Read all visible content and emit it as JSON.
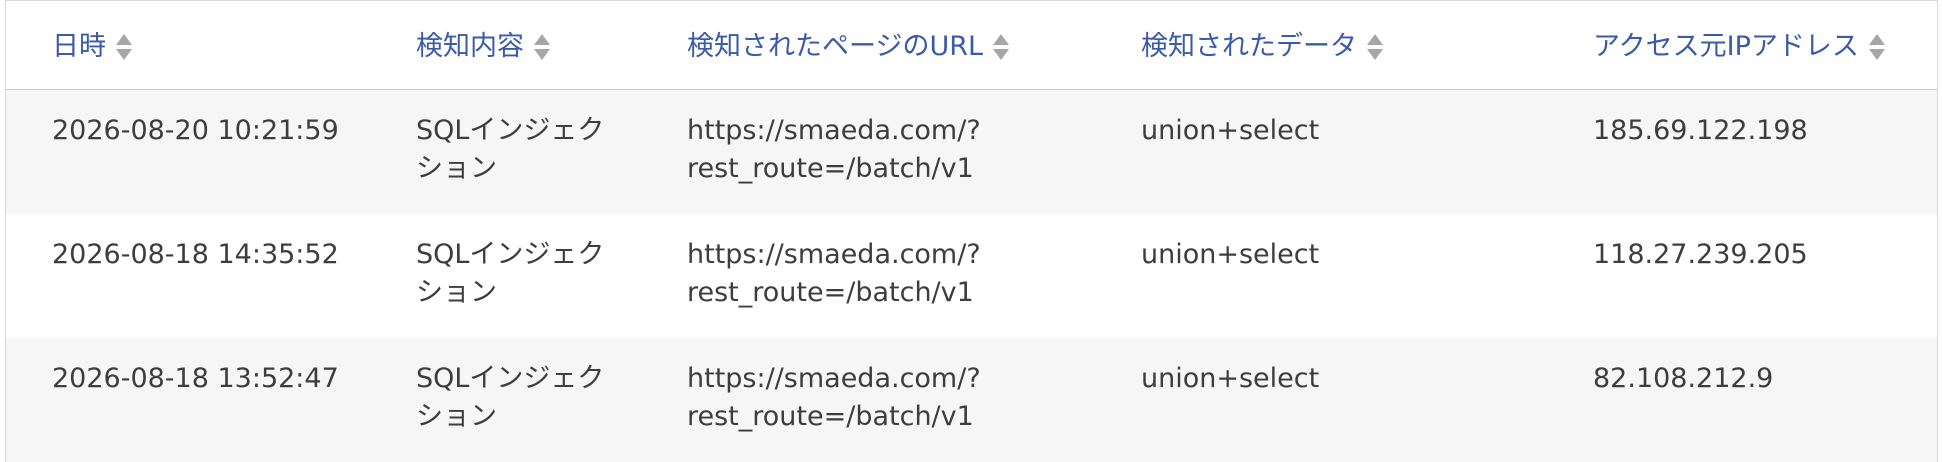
{
  "columns": [
    {
      "label": "日時"
    },
    {
      "label": "検知内容"
    },
    {
      "label": "検知されたページのURL"
    },
    {
      "label": "検知されたデータ"
    },
    {
      "label": "アクセス元IPアドレス"
    }
  ],
  "rows": [
    {
      "datetime": "2026-08-20 10:21:59",
      "type_line1": "SQLインジェク",
      "type_line2": "ション",
      "url_line1": "https://smaeda.com/?",
      "url_line2": "rest_route=/batch/v1",
      "data": "union+select",
      "ip": "185.69.122.198"
    },
    {
      "datetime": "2026-08-18 14:35:52",
      "type_line1": "SQLインジェク",
      "type_line2": "ション",
      "url_line1": "https://smaeda.com/?",
      "url_line2": "rest_route=/batch/v1",
      "data": "union+select",
      "ip": "118.27.239.205"
    },
    {
      "datetime": "2026-08-18 13:52:47",
      "type_line1": "SQLインジェク",
      "type_line2": "ション",
      "url_line1": "https://smaeda.com/?",
      "url_line2": "rest_route=/batch/v1",
      "data": "union+select",
      "ip": "82.108.212.9"
    }
  ],
  "colors": {
    "header_link": "#3b5aa8",
    "row_alt": "#f6f6f6",
    "text": "#3d3d3d",
    "sort_icon": "#a6a6a6"
  },
  "icons": {
    "sort": "sort-icon"
  }
}
